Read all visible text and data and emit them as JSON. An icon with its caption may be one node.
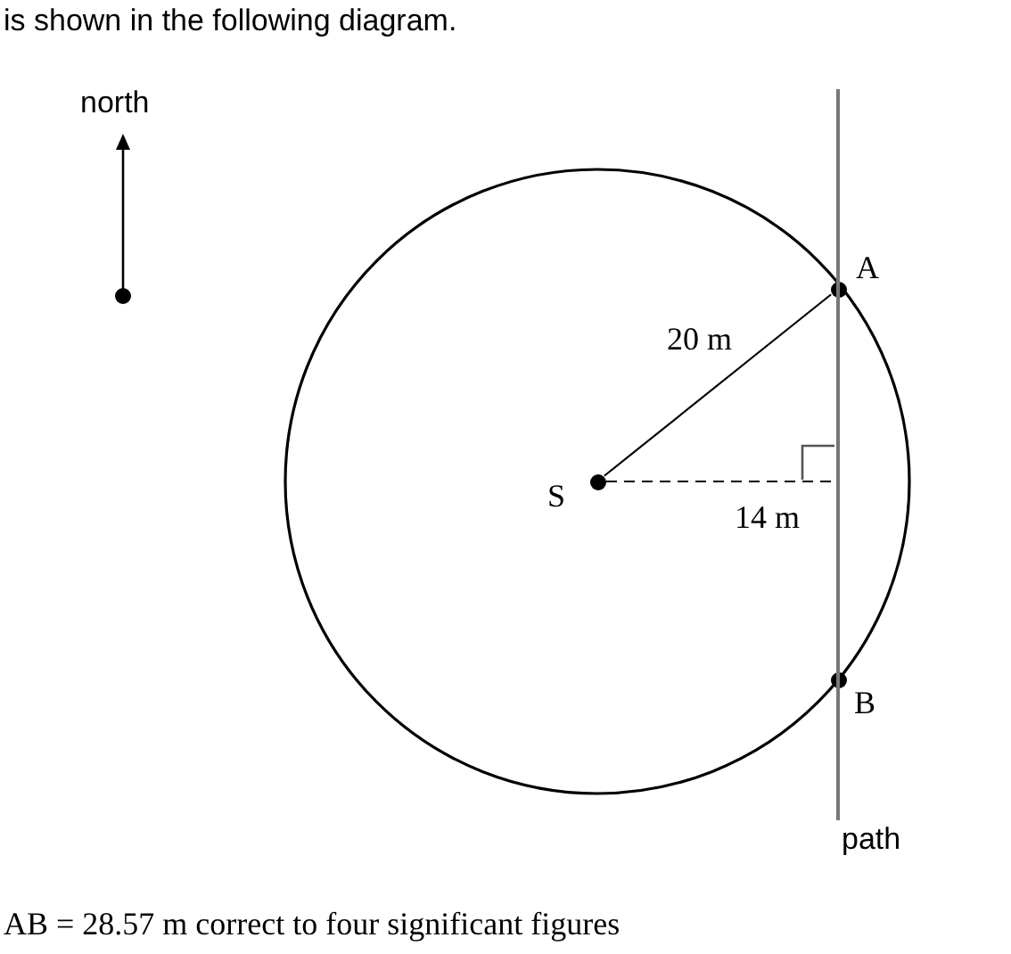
{
  "diagram": {
    "nodes": [
      {
        "text": [
          "S"
        ]
      },
      {
        "text": [
          "A"
        ]
      },
      {
        "text": [
          "B"
        ]
      },
      {
        "text": [
          "path"
        ]
      }
    ],
    "edges": [
      {
        "from": 0,
        "to": 1,
        "arrow": "none",
        "label": "20 m"
      },
      {
        "from": 0,
        "to": 3,
        "arrow": "none",
        "style": "dashed",
        "label": "14 m"
      }
    ],
    "labels": [
      "is shown in the following diagram.",
      "north",
      "AB = 28.57 m correct to four significant figures"
    ]
  }
}
